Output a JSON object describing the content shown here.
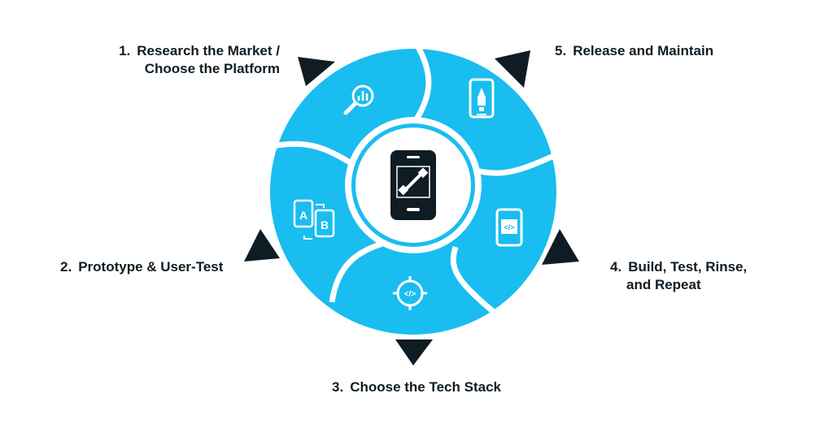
{
  "steps": [
    {
      "number": "1.",
      "lines": [
        "Research the Market /",
        "Choose the Platform"
      ],
      "icon": "analytics-search-icon"
    },
    {
      "number": "2.",
      "lines": [
        "Prototype & User-Test"
      ],
      "icon": "ab-test-icon"
    },
    {
      "number": "3.",
      "lines": [
        "Choose the Tech Stack"
      ],
      "icon": "code-target-icon"
    },
    {
      "number": "4.",
      "lines": [
        "Build, Test, Rinse,",
        "and Repeat"
      ],
      "icon": "phone-code-icon"
    },
    {
      "number": "5.",
      "lines": [
        "Release and Maintain"
      ],
      "icon": "phone-rocket-icon"
    }
  ],
  "center": {
    "icon": "phone-tools-icon"
  },
  "colors": {
    "segment": "#19bdf0",
    "dark": "#0f1c24",
    "gap": "#ffffff"
  },
  "icon_letters": {
    "a": "A",
    "b": "B",
    "code": "</>"
  }
}
